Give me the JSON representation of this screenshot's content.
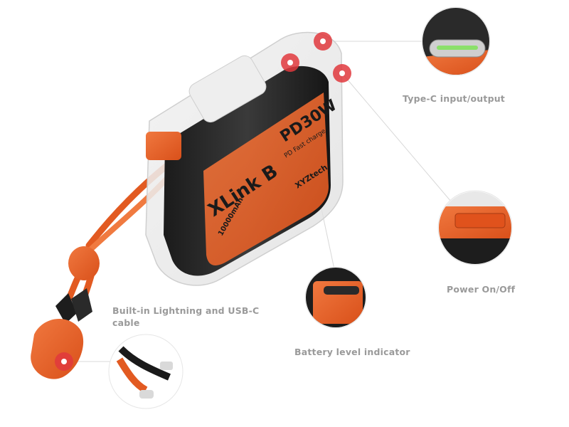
{
  "product": {
    "brand_mark": "XLink B",
    "power_rating": "PD30W",
    "fast_charge": "PD Fast charge",
    "company": "XYZtech",
    "capacity": "10000mAh"
  },
  "callouts": {
    "typec": "Type-C input/output",
    "power": "Power On/Off",
    "battery": "Battery level indicator",
    "cable": "Built-in Lightning and USB-C cable"
  },
  "colors": {
    "accent_orange": "#e8571e",
    "label_gray": "#9a9a9a",
    "marker_red": "#e0383d",
    "led_green": "#8be06a"
  }
}
